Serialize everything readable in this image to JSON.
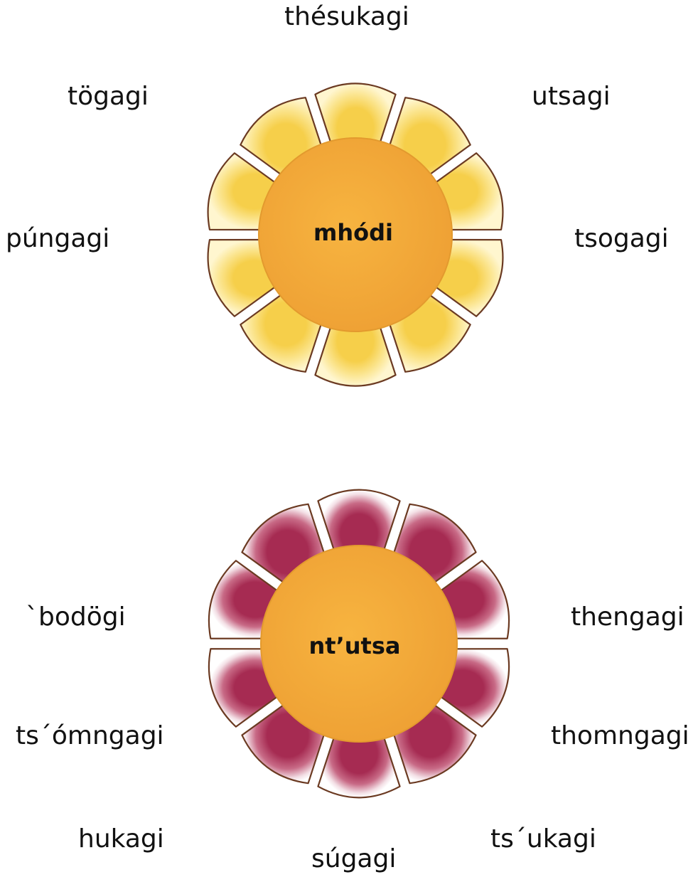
{
  "flower_top": {
    "center_label": "mhódi",
    "petal_color": "#fbe58a",
    "center_color": "#f2a93a",
    "words": [
      {
        "id": "thesukagi",
        "text": "thésukagi"
      },
      {
        "id": "togagi",
        "text": "tögagi"
      },
      {
        "id": "utsagi",
        "text": "utsagi"
      },
      {
        "id": "pungagi",
        "text": "púngagi"
      },
      {
        "id": "tsogagi",
        "text": "tsogagi"
      }
    ]
  },
  "flower_bottom": {
    "center_label": "nt’utsa",
    "petal_color": "#b8405e",
    "center_color": "#f2a93a",
    "words": [
      {
        "id": "bodogi",
        "text": "`bodögi"
      },
      {
        "id": "thengagi",
        "text": "thengagi"
      },
      {
        "id": "tsomngagi",
        "text": "ts´ómngagi"
      },
      {
        "id": "thomngagi",
        "text": "thomngagi"
      },
      {
        "id": "hukagi",
        "text": "hukagi"
      },
      {
        "id": "tsukagi",
        "text": "ts´ukagi"
      },
      {
        "id": "sugagi",
        "text": "súgagi"
      }
    ]
  }
}
